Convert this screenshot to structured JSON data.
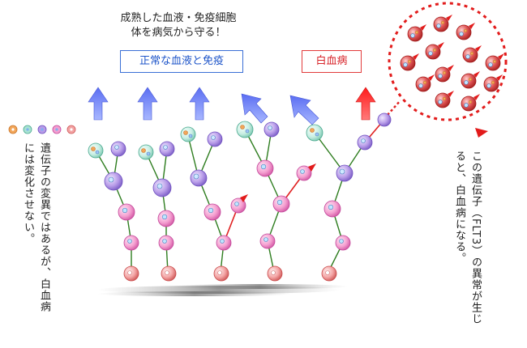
{
  "headline": {
    "line1": "成熟した血液・免疫細胞",
    "line2": "体を病気から守る！"
  },
  "labels": {
    "normal_box": "正常な血液と免疫",
    "leukemia_box": "白血病"
  },
  "notes": {
    "left": "遺伝子の変異ではあるが、白血病には変化させない。",
    "right": "この遺伝子（FLT3）の異常が生じると、白血病になる。"
  },
  "colors": {
    "normal_accent": "#3a6fd6",
    "leukemia_accent": "#e23b3b",
    "lineage_link": "#2e7d1f",
    "mutant_link": "#e02020",
    "cell_pink": "#f49fd0",
    "cell_purple": "#b79be8",
    "cell_teal": "#a9e3d3",
    "cell_red": "#e05555",
    "cell_orange": "#f2a65a",
    "cell_blue": "#7fb0ef"
  }
}
